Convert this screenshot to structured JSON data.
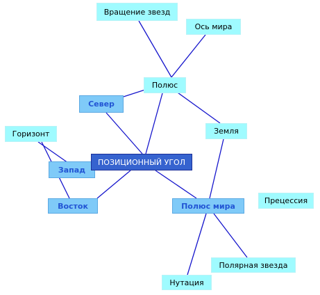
{
  "diagram": {
    "line_color": "#1515cc",
    "nodes": {
      "rotation": "Вращение звезд",
      "axis": "Ось мира",
      "pole": "Полюс",
      "north": "Север",
      "earth": "Земля",
      "horizon": "Горизонт",
      "central": "ПОЗИЦИОННЫЙ УГОЛ",
      "west": "Запад",
      "east": "Восток",
      "celestial_pole": "Полюс мира",
      "precession": "Прецессия",
      "polar_star": "Полярная звезда",
      "nutation": "Нутация"
    }
  }
}
